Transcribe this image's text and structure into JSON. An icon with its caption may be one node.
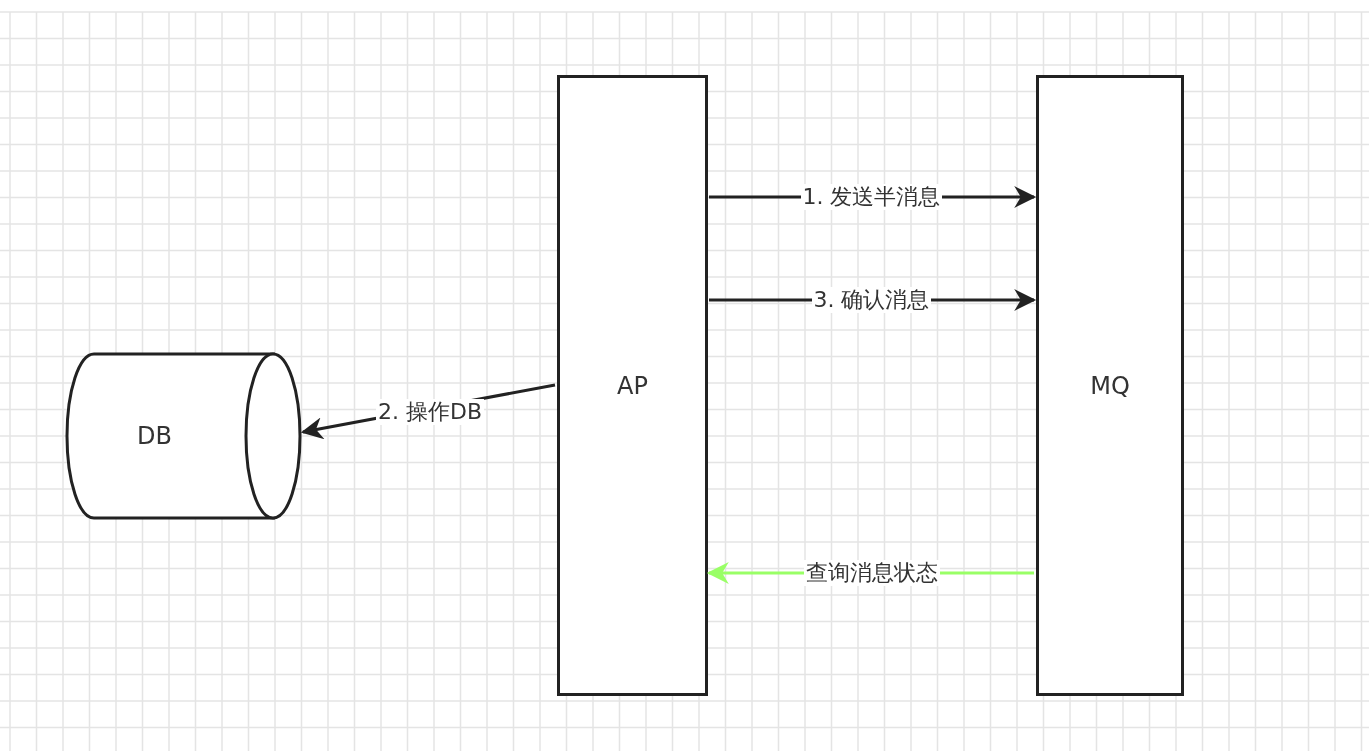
{
  "diagram": {
    "nodes": [
      {
        "text": [
          "DB"
        ]
      },
      {
        "text": [
          "AP"
        ]
      },
      {
        "text": [
          "MQ"
        ]
      }
    ],
    "edges": [
      {
        "from": 1,
        "to": 2,
        "arrow": "to",
        "label": "1. 发送半消息"
      },
      {
        "from": 1,
        "to": 0,
        "arrow": "to",
        "label": "2. 操作DB"
      },
      {
        "from": 1,
        "to": 2,
        "arrow": "to",
        "label": "3. 确认消息"
      },
      {
        "from": 2,
        "to": 1,
        "arrow": "to",
        "label": "查询消息状态",
        "color": "#99ff66"
      }
    ]
  }
}
